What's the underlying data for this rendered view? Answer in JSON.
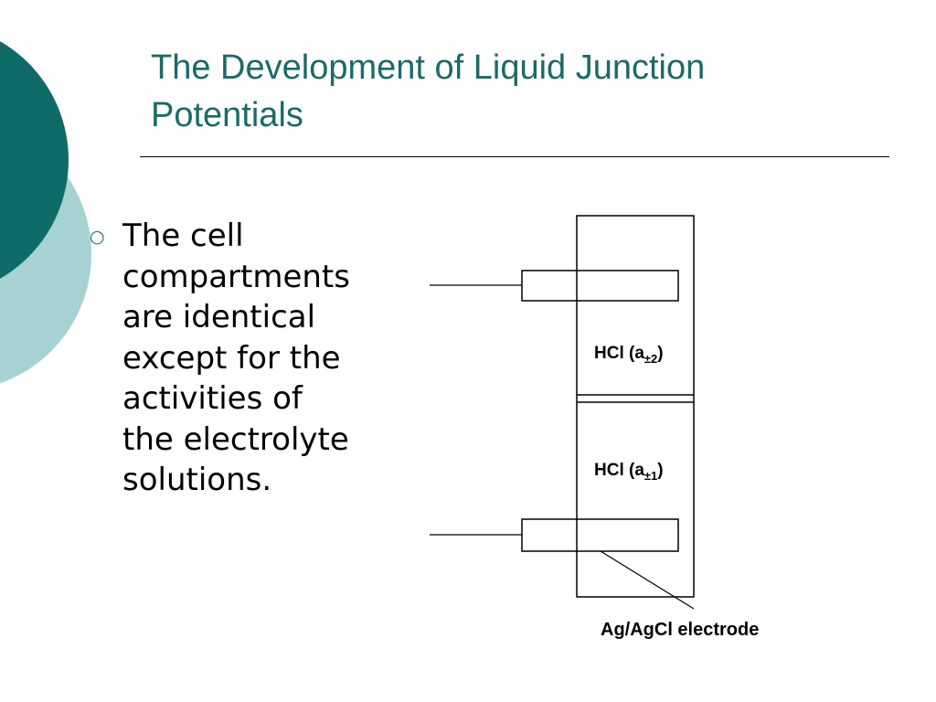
{
  "title_lines": [
    "The Development of Liquid Junction",
    "Potentials"
  ],
  "bullet_lines": [
    "The cell",
    "compartments",
    "are identical",
    "except for the",
    "activities of",
    "the electrolyte",
    "solutions."
  ],
  "diagram": {
    "upper_solution": {
      "prefix": "HCl (a",
      "subscript": "±2",
      "suffix": ")"
    },
    "lower_solution": {
      "prefix": "HCl (a",
      "subscript": "±1",
      "suffix": ")"
    },
    "electrode_label": "Ag/AgCl electrode"
  },
  "colors": {
    "title": "#1a6b66",
    "circle_dark": "#0e6b68",
    "circle_light": "#a6d2d3"
  }
}
